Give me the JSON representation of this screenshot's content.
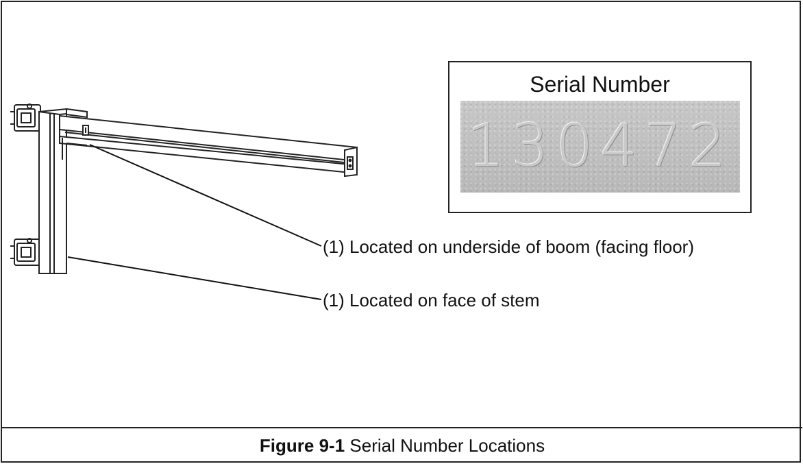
{
  "caption": {
    "label": "Figure 9-1",
    "text": "Serial Number Locations"
  },
  "serial_plate": {
    "title": "Serial Number",
    "number": "130472"
  },
  "callouts": {
    "boom": "(1) Located on underside of boom (facing floor)",
    "stem": "(1) Located on face of stem"
  },
  "colors": {
    "line": "#222222",
    "plate": "#bdbdbd"
  }
}
